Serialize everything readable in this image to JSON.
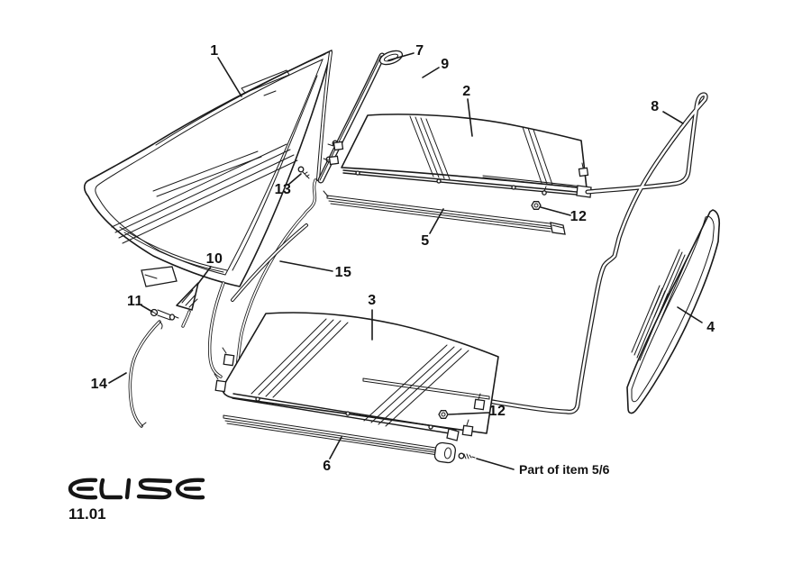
{
  "page": {
    "brand_logo": "ELISE",
    "code": "11.01"
  },
  "note": {
    "part_note": "Part of item 5/6"
  },
  "callouts": [
    {
      "label": "1"
    },
    {
      "label": "2"
    },
    {
      "label": "3"
    },
    {
      "label": "4"
    },
    {
      "label": "5"
    },
    {
      "label": "6"
    },
    {
      "label": "7"
    },
    {
      "label": "8"
    },
    {
      "label": "9"
    },
    {
      "label": "10"
    },
    {
      "label": "11"
    },
    {
      "label": "12"
    },
    {
      "label": "12"
    },
    {
      "label": "13"
    },
    {
      "label": "14"
    },
    {
      "label": "15"
    }
  ]
}
